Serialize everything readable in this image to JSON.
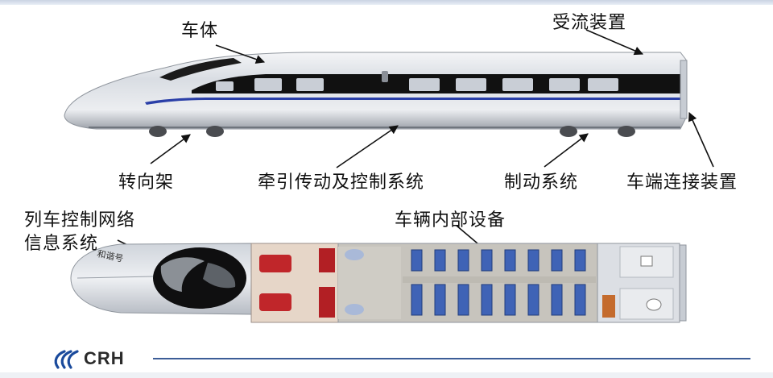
{
  "labels": {
    "car_body": "车体",
    "current_collector": "受流装置",
    "bogie": "转向架",
    "traction_control": "牵引传动及控制系统",
    "brake_system": "制动系统",
    "coupler_device": "车端连接装置",
    "network_line1": "列车控制网络",
    "network_line2": "信息系统",
    "interior_equipment": "车辆内部设备"
  },
  "nose_text": "和谐号",
  "logo": {
    "text": "CRH"
  },
  "colors": {
    "accent_blue": "#2a3fa8",
    "window_band": "#111111",
    "seat_blue": "#3f63b6",
    "seat_red": "#c0262a",
    "logo_blue": "#1a4a9c"
  }
}
